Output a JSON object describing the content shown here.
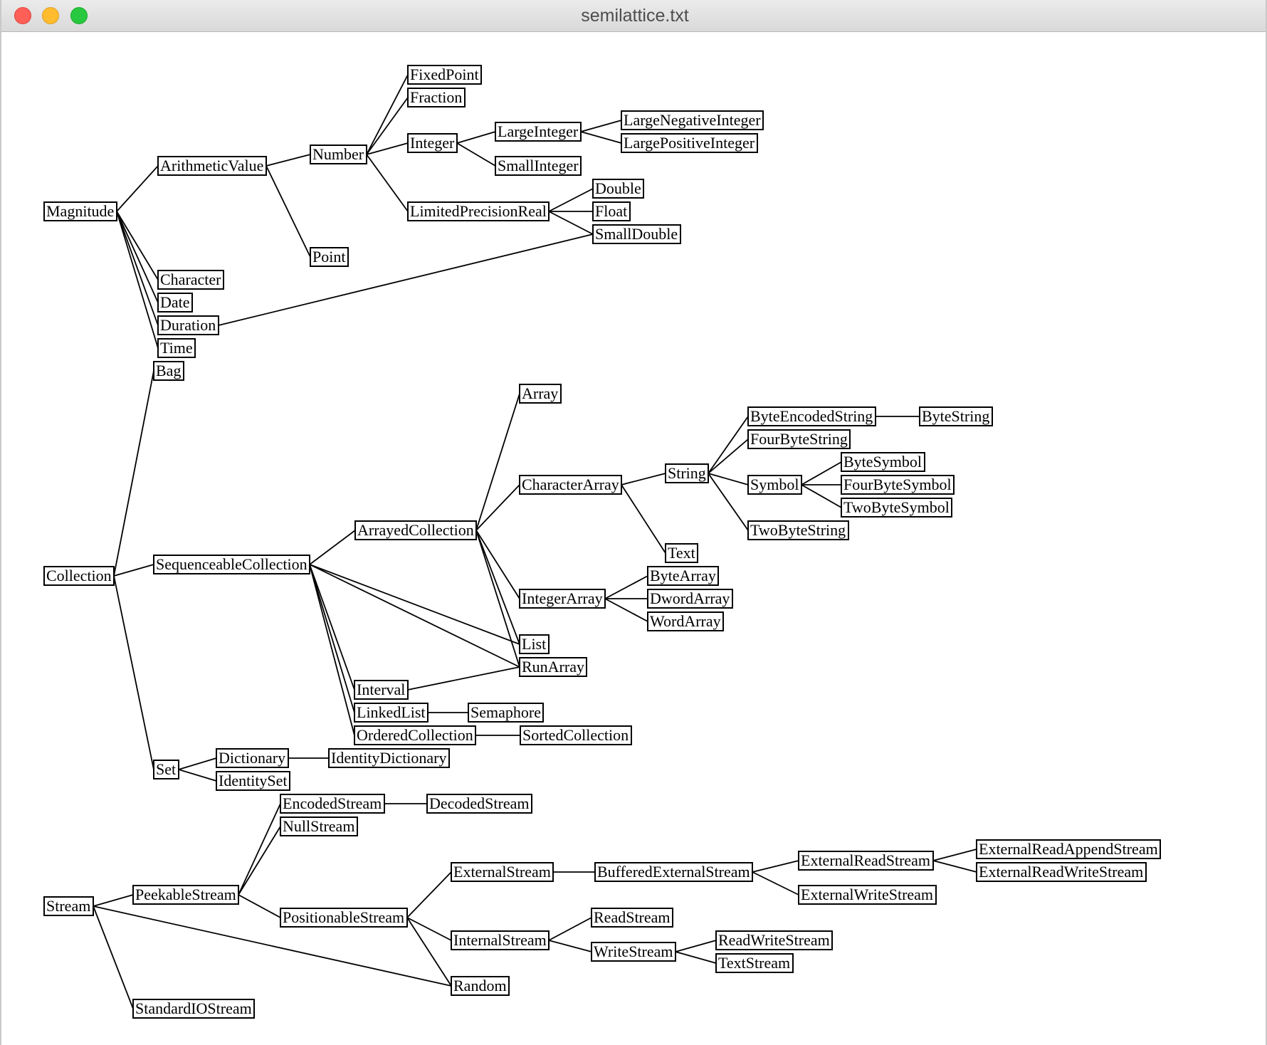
{
  "window": {
    "title": "semilattice.txt"
  },
  "diagram": {
    "nodes": [
      "Magnitude",
      "ArithmeticValue",
      "Number",
      "FixedPoint",
      "Fraction",
      "Integer",
      "LargeInteger",
      "LargeNegativeInteger",
      "LargePositiveInteger",
      "SmallInteger",
      "LimitedPrecisionReal",
      "Double",
      "Float",
      "SmallDouble",
      "Point",
      "Character",
      "Date",
      "Duration",
      "Time",
      "Bag",
      "Collection",
      "SequenceableCollection",
      "ArrayedCollection",
      "Array",
      "CharacterArray",
      "String",
      "ByteEncodedString",
      "ByteString",
      "FourByteString",
      "Symbol",
      "ByteSymbol",
      "FourByteSymbol",
      "TwoByteSymbol",
      "TwoByteString",
      "Text",
      "IntegerArray",
      "ByteArray",
      "DwordArray",
      "WordArray",
      "List",
      "RunArray",
      "Interval",
      "LinkedList",
      "Semaphore",
      "OrderedCollection",
      "SortedCollection",
      "Set",
      "Dictionary",
      "IdentityDictionary",
      "IdentitySet",
      "Stream",
      "PeekableStream",
      "EncodedStream",
      "DecodedStream",
      "NullStream",
      "PositionableStream",
      "ExternalStream",
      "BufferedExternalStream",
      "ExternalReadStream",
      "ExternalReadAppendStream",
      "ExternalReadWriteStream",
      "ExternalWriteStream",
      "InternalStream",
      "ReadStream",
      "WriteStream",
      "ReadWriteStream",
      "TextStream",
      "Random",
      "StandardIOStream"
    ],
    "edges": [
      [
        "Magnitude",
        "ArithmeticValue"
      ],
      [
        "Magnitude",
        "Character"
      ],
      [
        "Magnitude",
        "Date"
      ],
      [
        "Magnitude",
        "Duration"
      ],
      [
        "Magnitude",
        "Time"
      ],
      [
        "ArithmeticValue",
        "Number"
      ],
      [
        "ArithmeticValue",
        "Point"
      ],
      [
        "Number",
        "FixedPoint"
      ],
      [
        "Number",
        "Fraction"
      ],
      [
        "Number",
        "Integer"
      ],
      [
        "Number",
        "LimitedPrecisionReal"
      ],
      [
        "Integer",
        "LargeInteger"
      ],
      [
        "Integer",
        "SmallInteger"
      ],
      [
        "LargeInteger",
        "LargeNegativeInteger"
      ],
      [
        "LargeInteger",
        "LargePositiveInteger"
      ],
      [
        "LimitedPrecisionReal",
        "Double"
      ],
      [
        "LimitedPrecisionReal",
        "Float"
      ],
      [
        "LimitedPrecisionReal",
        "SmallDouble"
      ],
      [
        "Duration",
        "SmallDouble"
      ],
      [
        "Collection",
        "Bag"
      ],
      [
        "Collection",
        "SequenceableCollection"
      ],
      [
        "Collection",
        "Set"
      ],
      [
        "SequenceableCollection",
        "ArrayedCollection"
      ],
      [
        "SequenceableCollection",
        "Interval"
      ],
      [
        "SequenceableCollection",
        "LinkedList"
      ],
      [
        "SequenceableCollection",
        "OrderedCollection"
      ],
      [
        "SequenceableCollection",
        "List"
      ],
      [
        "SequenceableCollection",
        "RunArray"
      ],
      [
        "ArrayedCollection",
        "Array"
      ],
      [
        "ArrayedCollection",
        "CharacterArray"
      ],
      [
        "ArrayedCollection",
        "IntegerArray"
      ],
      [
        "ArrayedCollection",
        "List"
      ],
      [
        "ArrayedCollection",
        "RunArray"
      ],
      [
        "CharacterArray",
        "String"
      ],
      [
        "CharacterArray",
        "Text"
      ],
      [
        "String",
        "ByteEncodedString"
      ],
      [
        "String",
        "FourByteString"
      ],
      [
        "String",
        "Symbol"
      ],
      [
        "String",
        "TwoByteString"
      ],
      [
        "ByteEncodedString",
        "ByteString"
      ],
      [
        "Symbol",
        "ByteSymbol"
      ],
      [
        "Symbol",
        "FourByteSymbol"
      ],
      [
        "Symbol",
        "TwoByteSymbol"
      ],
      [
        "IntegerArray",
        "ByteArray"
      ],
      [
        "IntegerArray",
        "DwordArray"
      ],
      [
        "IntegerArray",
        "WordArray"
      ],
      [
        "Interval",
        "RunArray"
      ],
      [
        "LinkedList",
        "Semaphore"
      ],
      [
        "OrderedCollection",
        "SortedCollection"
      ],
      [
        "Set",
        "Dictionary"
      ],
      [
        "Set",
        "IdentitySet"
      ],
      [
        "Dictionary",
        "IdentityDictionary"
      ],
      [
        "Stream",
        "PeekableStream"
      ],
      [
        "Stream",
        "Random"
      ],
      [
        "Stream",
        "StandardIOStream"
      ],
      [
        "PeekableStream",
        "EncodedStream"
      ],
      [
        "PeekableStream",
        "NullStream"
      ],
      [
        "PeekableStream",
        "PositionableStream"
      ],
      [
        "EncodedStream",
        "DecodedStream"
      ],
      [
        "PositionableStream",
        "ExternalStream"
      ],
      [
        "PositionableStream",
        "InternalStream"
      ],
      [
        "PositionableStream",
        "Random"
      ],
      [
        "ExternalStream",
        "BufferedExternalStream"
      ],
      [
        "BufferedExternalStream",
        "ExternalReadStream"
      ],
      [
        "BufferedExternalStream",
        "ExternalWriteStream"
      ],
      [
        "ExternalReadStream",
        "ExternalReadAppendStream"
      ],
      [
        "ExternalReadStream",
        "ExternalReadWriteStream"
      ],
      [
        "InternalStream",
        "ReadStream"
      ],
      [
        "InternalStream",
        "WriteStream"
      ],
      [
        "WriteStream",
        "ReadWriteStream"
      ],
      [
        "WriteStream",
        "TextStream"
      ]
    ]
  }
}
